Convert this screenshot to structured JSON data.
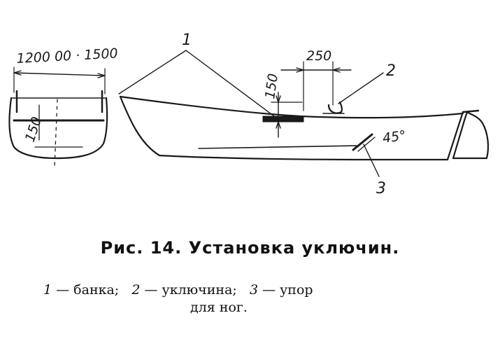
{
  "figure": {
    "dimensions": {
      "width_range": "1200 00 · 1500",
      "oarlock_spacing": "250",
      "height_a": "150",
      "height_b": "150",
      "angle": "45°"
    },
    "callouts": [
      "1",
      "2",
      "3"
    ]
  },
  "caption": {
    "title": "Рис. 14. Установка уключин.",
    "legend_line_1": [
      {
        "num": "1",
        "text": " — банка;"
      },
      {
        "num": "2",
        "text": " — уключина;"
      },
      {
        "num": "3",
        "text": " — упор"
      }
    ],
    "legend_line_2": "для ног."
  }
}
